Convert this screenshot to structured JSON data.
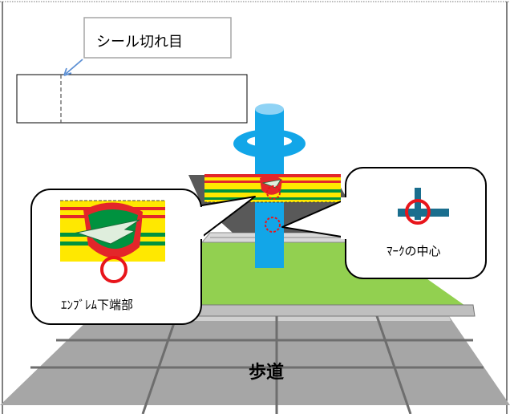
{
  "labels": {
    "seal_cut_line": "シール切れ目",
    "emblem_bottom": "ｴﾝﾌﾞﾚﾑ下端部",
    "mark_center": "ﾏｰｸの中心",
    "sidewalk": "歩道"
  },
  "colors": {
    "pole": "#12a6e8",
    "field": "#92d050",
    "stripe_red": "#e3262a",
    "stripe_yellow": "#ffe800",
    "stripe_green": "#00923f",
    "marker": "#e8151b",
    "mark_symbol": "#1a6e8e",
    "pavement": "#a6a6a6"
  }
}
